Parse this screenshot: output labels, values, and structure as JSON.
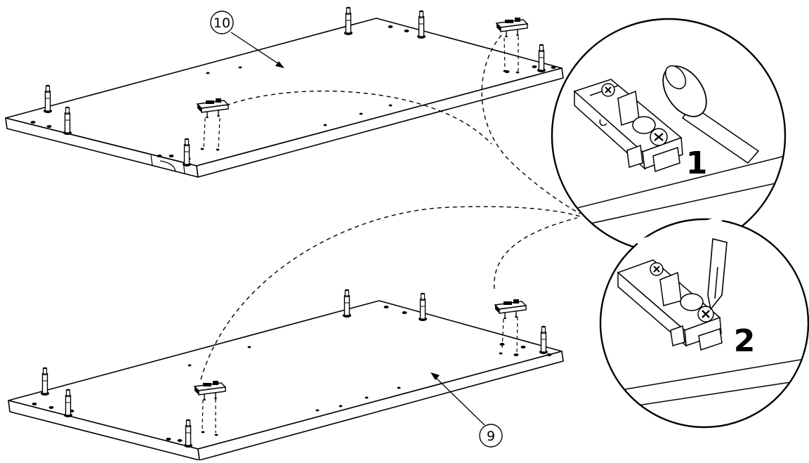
{
  "diagram": {
    "part_callouts": {
      "upper_panel": "10",
      "lower_panel": "9"
    },
    "detail_steps": {
      "step_one": "1",
      "step_two": "2"
    },
    "tools": {
      "step_one": "hammer-icon",
      "step_two": "screwdriver-icon"
    },
    "colors": {
      "line": "#000000",
      "background": "#ffffff"
    }
  }
}
